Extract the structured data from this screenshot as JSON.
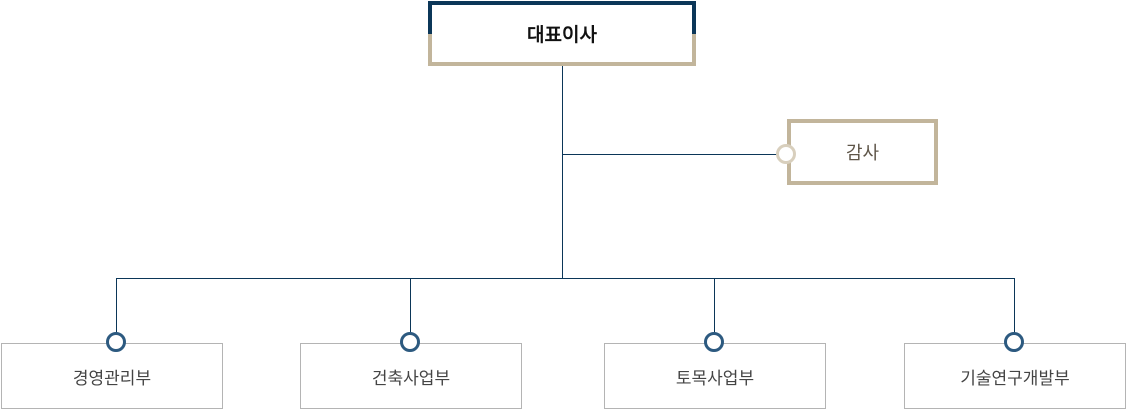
{
  "ceo": {
    "label": "대표이사"
  },
  "auditor": {
    "label": "감사"
  },
  "departments": [
    {
      "label": "경영관리부"
    },
    {
      "label": "건축사업부"
    },
    {
      "label": "토목사업부"
    },
    {
      "label": "기술연구개발부"
    }
  ],
  "colors": {
    "navy": "#0b3658",
    "beige": "#c2b59b",
    "node_circle": "#2d5a80"
  }
}
